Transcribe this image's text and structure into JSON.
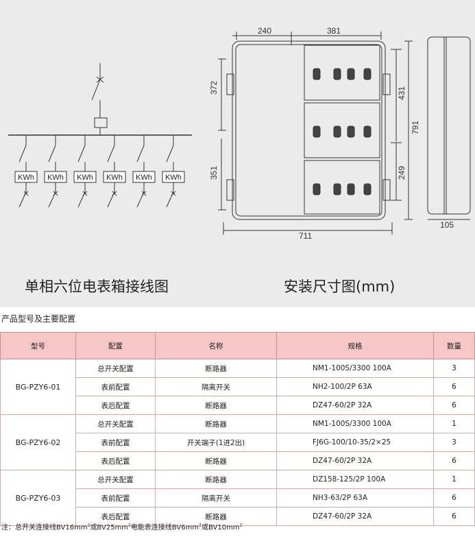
{
  "figure": {
    "wiring_caption": "单相六位电表箱接线图",
    "size_caption": "安装尺寸图(mm)",
    "meter_label": "KWh",
    "dims": {
      "top_left": "240",
      "top_right": "381",
      "left_upper": "372",
      "left_lower": "351",
      "right_upper": "431",
      "right_lower": "249",
      "height": "791",
      "width": "711",
      "depth": "105"
    }
  },
  "section_title": "产品型号及主要配置",
  "table": {
    "headers": [
      "型号",
      "配置",
      "名称",
      "规格",
      "数量"
    ],
    "groups": [
      {
        "model": "BG-PZY6-01",
        "rows": [
          {
            "config": "总开关配置",
            "name": "断路器",
            "spec": "NM1-100S/3300  100A",
            "qty": "3"
          },
          {
            "config": "表前配置",
            "name": "隔离开关",
            "spec": "NH2-100/2P  63A",
            "qty": "6"
          },
          {
            "config": "表后配置",
            "name": "断路器",
            "spec": "DZ47-60/2P  32A",
            "qty": "6"
          }
        ]
      },
      {
        "model": "BG-PZY6-02",
        "rows": [
          {
            "config": "总开关配置",
            "name": "断路器",
            "spec": "NM1-100S/3300  100A",
            "qty": "1"
          },
          {
            "config": "表前配置",
            "name": "开关端子(1进2出)",
            "spec": "FJ6G-100/10-35/2×25",
            "qty": "3"
          },
          {
            "config": "表后配置",
            "name": "断路器",
            "spec": "DZ47-60/2P  32A",
            "qty": "6"
          }
        ]
      },
      {
        "model": "BG-PZY6-03",
        "rows": [
          {
            "config": "总开关配置",
            "name": "断路器",
            "spec": "DZ158-125/2P  100A",
            "qty": "1"
          },
          {
            "config": "表前配置",
            "name": "隔离开关",
            "spec": "NH3-63/2P  63A",
            "qty": "6"
          },
          {
            "config": "表后配置",
            "name": "断路器",
            "spec": "DZ47-60/2P  32A",
            "qty": "6"
          }
        ]
      }
    ]
  },
  "note": {
    "prefix": "注：总开关连接线BV16mm",
    "p2": "或BV25mm",
    "p3": "电能表连接线BV6mm",
    "p4": "或BV10mm",
    "sup": "2"
  }
}
